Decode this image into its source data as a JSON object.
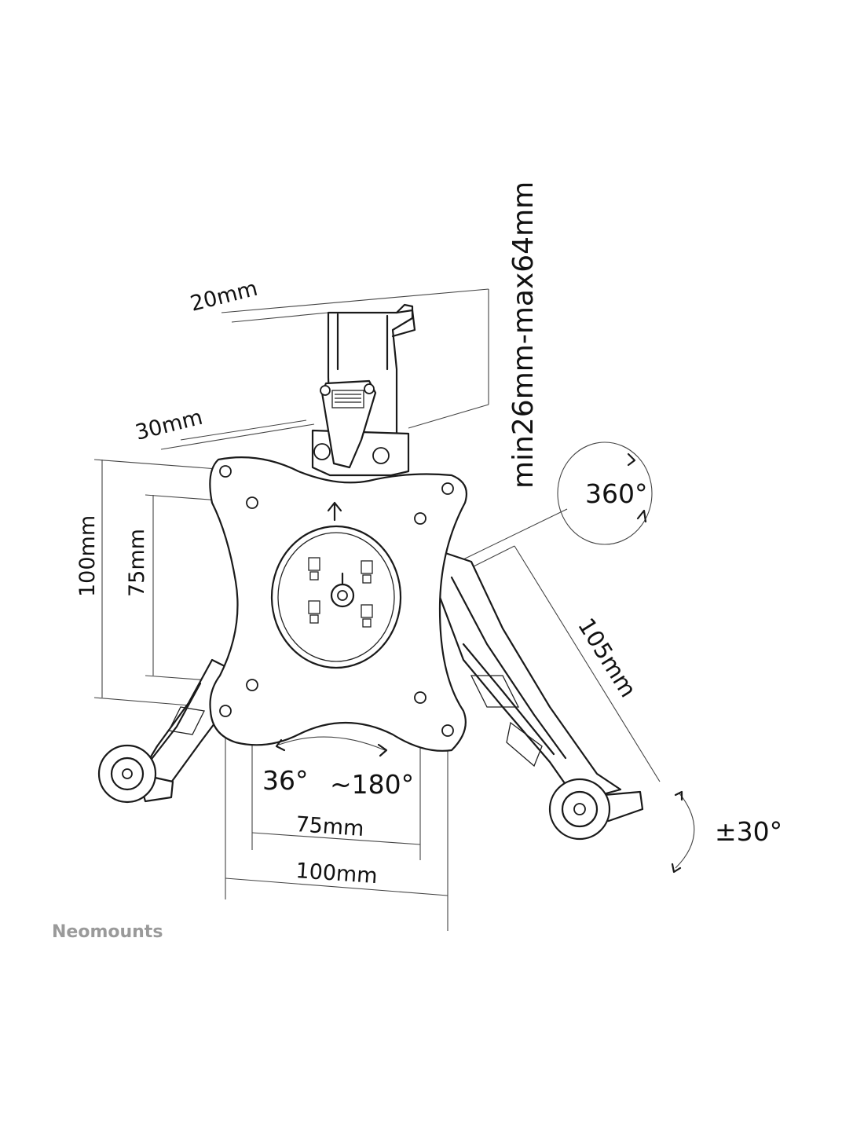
{
  "dimensions": {
    "clamp_depth": "20mm",
    "clamp_width": "30mm",
    "clamp_range": "min26mm-max64mm",
    "vesa_outer_vertical": "100mm",
    "vesa_inner_vertical": "75mm",
    "vesa_inner_horizontal": "75mm",
    "vesa_outer_horizontal": "100mm",
    "arm_length": "105mm"
  },
  "angles": {
    "swivel": "360°",
    "rotation_left": "36°",
    "rotation_right": "~180°",
    "tilt": "±30°"
  },
  "brand": {
    "name": "Neomounts"
  }
}
